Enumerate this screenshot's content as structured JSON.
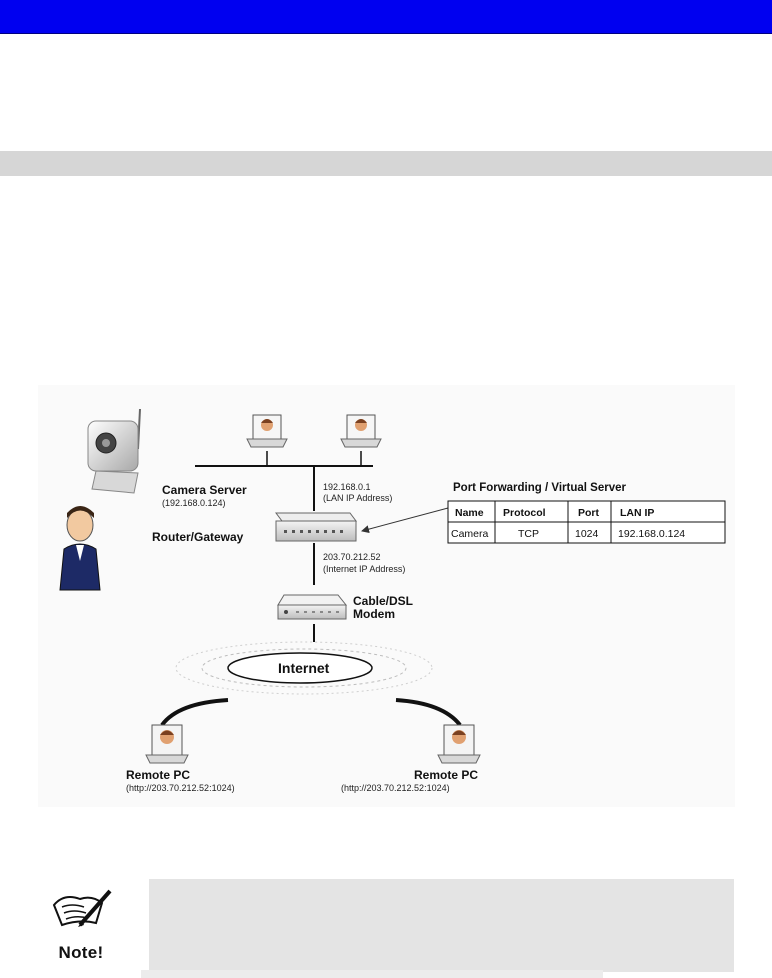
{
  "colors": {
    "header_bar": "#0000f0",
    "section_bar": "#d6d6d6",
    "note_box": "#e4e4e4"
  },
  "diagram": {
    "camera_server": {
      "title": "Camera Server",
      "ip": "(192.168.0.124)"
    },
    "router": {
      "title": "Router/Gateway",
      "lan_ip": "192.168.0.1",
      "lan_ip_label": "(LAN IP Address)",
      "internet_ip": "203.70.212.52",
      "internet_ip_label": "(Internet IP Address)"
    },
    "modem": {
      "line1": "Cable/DSL",
      "line2": "Modem"
    },
    "internet_label": "Internet",
    "remote_pcs": [
      {
        "title": "Remote PC",
        "url": "(http://203.70.212.52:1024)"
      },
      {
        "title": "Remote PC",
        "url": "(http://203.70.212.52:1024)"
      }
    ],
    "port_forwarding": {
      "title": "Port Forwarding / Virtual Server",
      "headers": [
        "Name",
        "Protocol",
        "Port",
        "LAN IP"
      ],
      "rows": [
        [
          "Camera",
          "TCP",
          "1024",
          "192.168.0.124"
        ]
      ]
    }
  },
  "note": {
    "icon": "note-pen-icon",
    "label": "Note!"
  }
}
